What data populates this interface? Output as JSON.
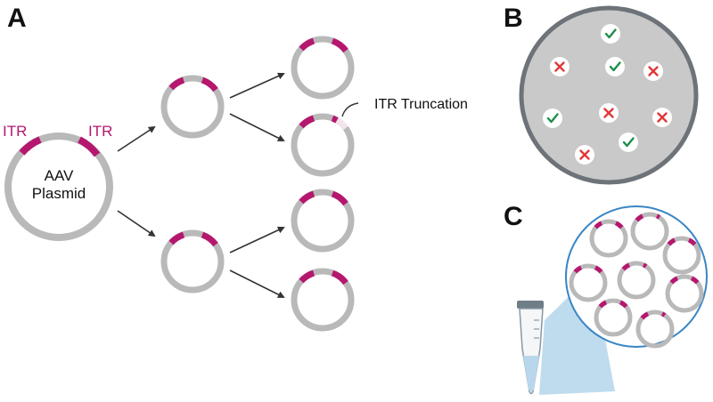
{
  "panels": {
    "a": "A",
    "b": "B",
    "c": "C"
  },
  "labels": {
    "itr_left": "ITR",
    "itr_right": "ITR",
    "plasmid_line1": "AAV",
    "plasmid_line2": "Plasmid",
    "truncation": "ITR Truncation"
  },
  "colors": {
    "plasmid_ring": "#b9b9b9",
    "itr": "#b5176e",
    "plate_fill": "#c9c9c9",
    "plate_border": "#6d7378",
    "check": "#1e8e4a",
    "cross": "#e03838",
    "zoom_border": "#3a86c4",
    "zoom_beam": "#a9cfe8",
    "arrow": "#333333"
  },
  "icons": [
    "check-icon",
    "cross-icon",
    "tube-icon"
  ],
  "colony_results": [
    "check",
    "cross",
    "check",
    "cross",
    "check",
    "cross",
    "cross",
    "cross",
    "check"
  ]
}
